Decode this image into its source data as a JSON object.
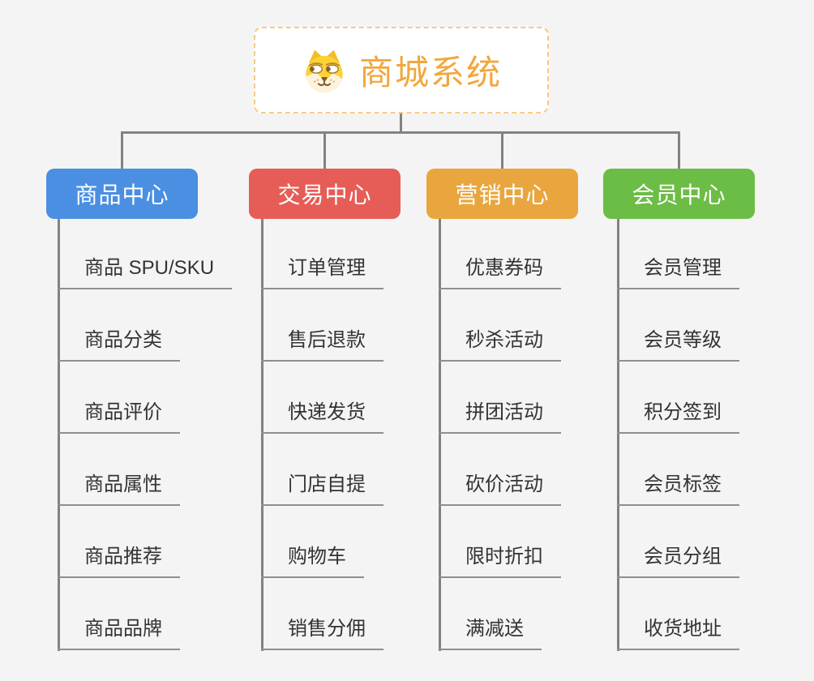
{
  "root": {
    "title": "商城系统",
    "icon": "dog-logo-icon"
  },
  "branches": [
    {
      "id": "product-center",
      "label": "商品中心",
      "color": "#4a8fe2",
      "children": [
        "商品 SPU/SKU",
        "商品分类",
        "商品评价",
        "商品属性",
        "商品推荐",
        "商品品牌"
      ]
    },
    {
      "id": "trade-center",
      "label": "交易中心",
      "color": "#e65d57",
      "children": [
        "订单管理",
        "售后退款",
        "快递发货",
        "门店自提",
        "购物车",
        "销售分佣"
      ]
    },
    {
      "id": "marketing-center",
      "label": "营销中心",
      "color": "#e9a63e",
      "children": [
        "优惠券码",
        "秒杀活动",
        "拼团活动",
        "砍价活动",
        "限时折扣",
        "满减送"
      ]
    },
    {
      "id": "member-center",
      "label": "会员中心",
      "color": "#6cbd45",
      "children": [
        "会员管理",
        "会员等级",
        "积分签到",
        "会员标签",
        "会员分组",
        "收货地址"
      ]
    }
  ],
  "colors": {
    "background": "#f4f4f4",
    "connector": "#828282",
    "underline": "#8f8f8f",
    "root_title": "#f1a73d",
    "root_border": "#f7ca85",
    "child_text": "#333333"
  }
}
